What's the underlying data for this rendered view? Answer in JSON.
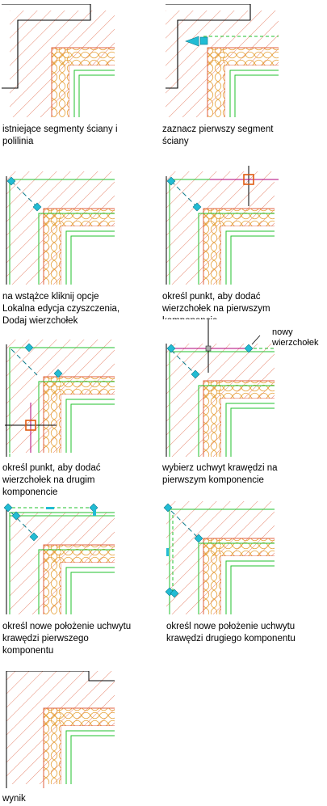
{
  "steps": [
    {
      "id": 1,
      "lines": [
        "istniejące segmenty ściany i",
        "polilinia"
      ]
    },
    {
      "id": 2,
      "lines": [
        "zaznacz pierwszy segment",
        "ściany"
      ]
    },
    {
      "id": 3,
      "lines": [
        "na wstążce kliknij opcje",
        "Lokalna edycja czyszczenia,",
        "Dodaj wierzchołek"
      ]
    },
    {
      "id": 4,
      "lines": [
        "określ punkt, aby dodać",
        "wierzchołek na pierwszym",
        "komponencie"
      ]
    },
    {
      "id": 5,
      "lines": [
        "określ punkt, aby dodać",
        "wierzchołek na drugim",
        "komponencie"
      ]
    },
    {
      "id": 6,
      "lines": [
        "wybierz uchwyt krawędzi na",
        "pierwszym komponencie"
      ]
    },
    {
      "id": 7,
      "lines": [
        "określ nowe położenie uchwytu",
        "krawędzi pierwszego",
        "komponentu"
      ]
    },
    {
      "id": 8,
      "lines": [
        "określ nowe położenie uchwytu",
        "krawędzi drugiego komponentu"
      ]
    },
    {
      "id": 9,
      "lines": [
        "wynik"
      ]
    }
  ],
  "callout": {
    "lines": [
      "nowy",
      "wierzchołek"
    ]
  },
  "colors": {
    "wall_hatch": "#e06040",
    "insulation": "#e6a23a",
    "component_edge": "#22c22e",
    "grip": "#22bcd4",
    "crosshair": "#000000",
    "pick_box": "#e05a10",
    "polyline": "#000000"
  }
}
